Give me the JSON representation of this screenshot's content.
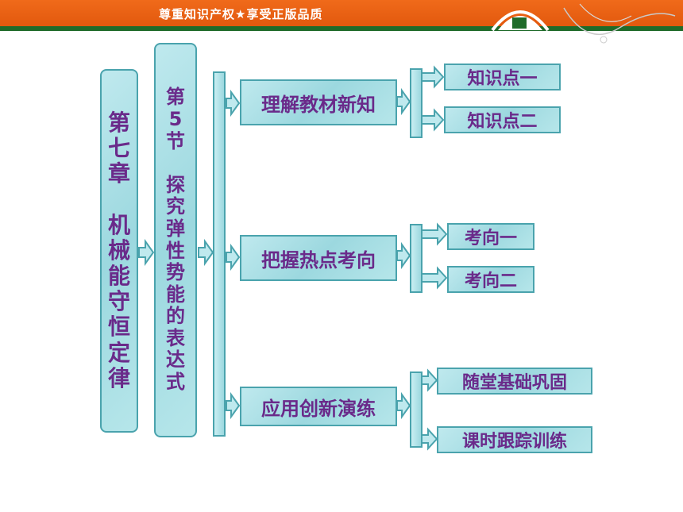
{
  "header": {
    "slogan": "尊重知识产权★享受正版品质"
  },
  "chapter": {
    "text": "第七章 机械能守恒定律"
  },
  "section": {
    "text": "第5节 探究弹性势能的表达式"
  },
  "branches": [
    {
      "label": "理解教材新知",
      "subs": [
        "知识点一",
        "知识点二"
      ]
    },
    {
      "label": "把握热点考向",
      "subs": [
        "考向一",
        "考向二"
      ]
    },
    {
      "label": "应用创新演练",
      "subs": [
        "随堂基础巩固",
        "课时跟踪训练"
      ]
    }
  ],
  "colors": {
    "banner": "#e8601a",
    "stripe": "#1f6b2a",
    "box_fill": "#a6dde3",
    "box_border": "#4aa3ad",
    "text": "#6a2a8a"
  }
}
